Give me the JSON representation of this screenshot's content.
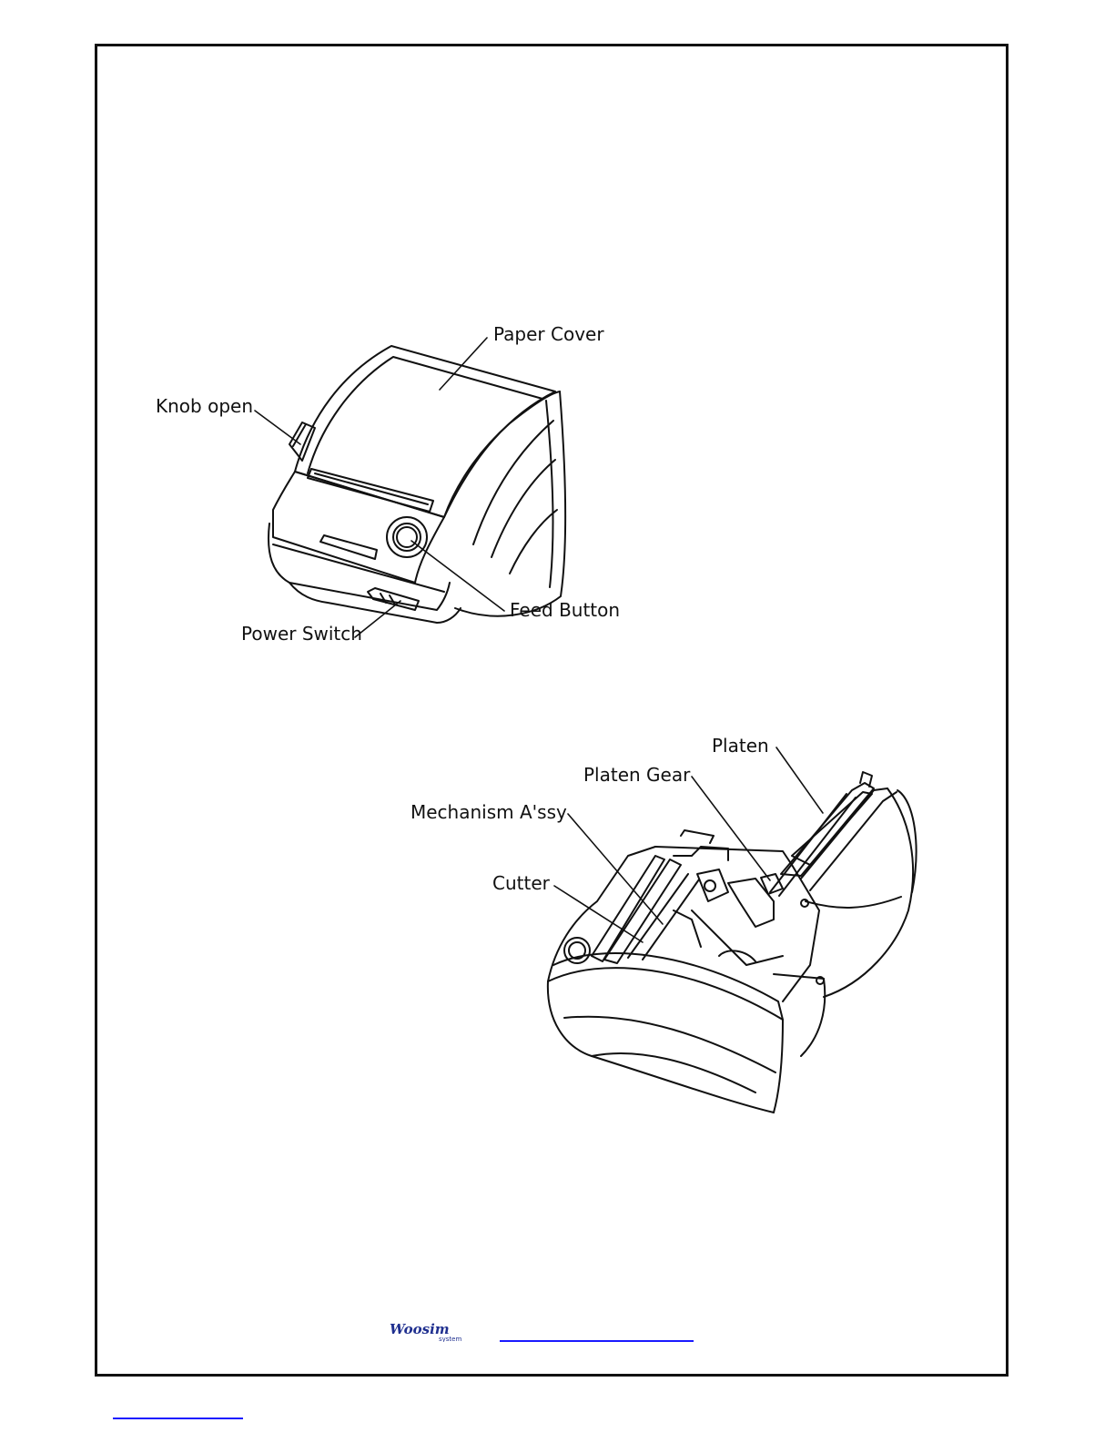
{
  "figure1": {
    "labels": {
      "paper_cover": "Paper Cover",
      "knob_open": "Knob open",
      "feed_button": "Feed Button",
      "power_switch": "Power Switch"
    }
  },
  "figure2": {
    "labels": {
      "platen": "Platen",
      "platen_gear": "Platen Gear",
      "mechanism_assy": "Mechanism A'ssy",
      "cutter": "Cutter"
    }
  },
  "footer": {
    "logo_text": "Woosim",
    "logo_subtext": "system"
  },
  "colors": {
    "line": "#111111",
    "link": "#1a1aff",
    "logo": "#1f2f8f"
  }
}
